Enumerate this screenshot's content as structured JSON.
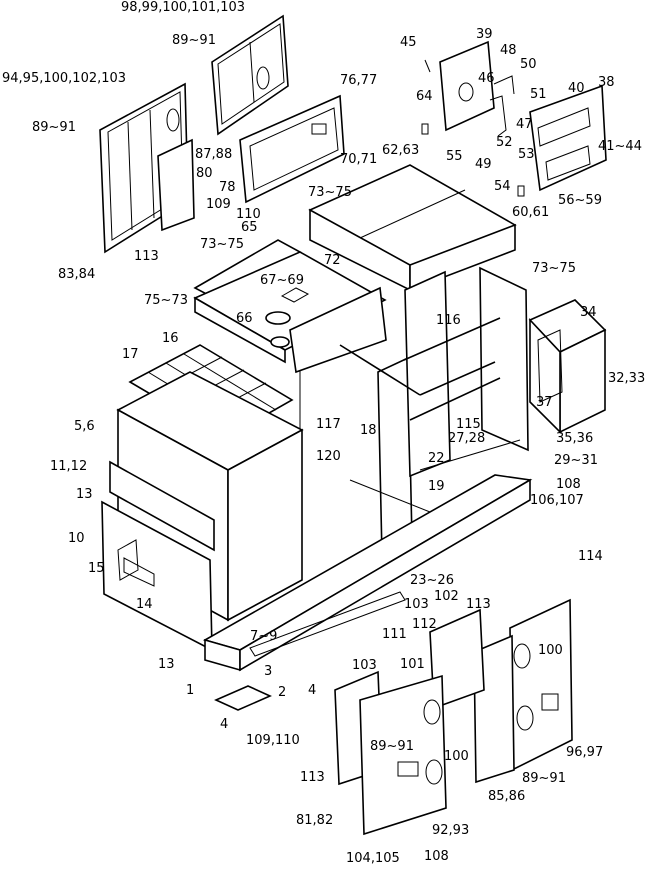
{
  "diagram": {
    "callouts": [
      {
        "id": "c1",
        "text": "98,99,100,101,103"
      },
      {
        "id": "c2",
        "text": "89~91"
      },
      {
        "id": "c3",
        "text": "45"
      },
      {
        "id": "c4",
        "text": "39"
      },
      {
        "id": "c5",
        "text": "48"
      },
      {
        "id": "c6",
        "text": "50"
      },
      {
        "id": "c7",
        "text": "46"
      },
      {
        "id": "c8",
        "text": "51"
      },
      {
        "id": "c9",
        "text": "40"
      },
      {
        "id": "c10",
        "text": "38"
      },
      {
        "id": "c11",
        "text": "94,95,100,102,103"
      },
      {
        "id": "c12",
        "text": "76,77"
      },
      {
        "id": "c13",
        "text": "64"
      },
      {
        "id": "c14",
        "text": "47"
      },
      {
        "id": "c15",
        "text": "52"
      },
      {
        "id": "c16",
        "text": "53"
      },
      {
        "id": "c17",
        "text": "41~44"
      },
      {
        "id": "c18",
        "text": "89~91"
      },
      {
        "id": "c19",
        "text": "87,88"
      },
      {
        "id": "c20",
        "text": "55"
      },
      {
        "id": "c21",
        "text": "62,63"
      },
      {
        "id": "c22",
        "text": "49"
      },
      {
        "id": "c23",
        "text": "70,71"
      },
      {
        "id": "c24",
        "text": "80"
      },
      {
        "id": "c25",
        "text": "78"
      },
      {
        "id": "c26",
        "text": "54"
      },
      {
        "id": "c27",
        "text": "73~75"
      },
      {
        "id": "c28",
        "text": "56~59"
      },
      {
        "id": "c29",
        "text": "109"
      },
      {
        "id": "c30",
        "text": "110"
      },
      {
        "id": "c31",
        "text": "60,61"
      },
      {
        "id": "c32",
        "text": "65"
      },
      {
        "id": "c33",
        "text": "73~75"
      },
      {
        "id": "c34",
        "text": "113"
      },
      {
        "id": "c35",
        "text": "83,84"
      },
      {
        "id": "c36",
        "text": "72"
      },
      {
        "id": "c37",
        "text": "73~75"
      },
      {
        "id": "c38",
        "text": "67~69"
      },
      {
        "id": "c39",
        "text": "75~73"
      },
      {
        "id": "c40",
        "text": "66"
      },
      {
        "id": "c41",
        "text": "116"
      },
      {
        "id": "c42",
        "text": "34"
      },
      {
        "id": "c43",
        "text": "16"
      },
      {
        "id": "c44",
        "text": "17"
      },
      {
        "id": "c45",
        "text": "32,33"
      },
      {
        "id": "c46",
        "text": "5,6"
      },
      {
        "id": "c47",
        "text": "37"
      },
      {
        "id": "c48",
        "text": "117"
      },
      {
        "id": "c49",
        "text": "18"
      },
      {
        "id": "c50",
        "text": "115"
      },
      {
        "id": "c51",
        "text": "27,28"
      },
      {
        "id": "c52",
        "text": "35,36"
      },
      {
        "id": "c53",
        "text": "120"
      },
      {
        "id": "c54",
        "text": "11,12"
      },
      {
        "id": "c55",
        "text": "22"
      },
      {
        "id": "c56",
        "text": "29~31"
      },
      {
        "id": "c57",
        "text": "13"
      },
      {
        "id": "c58",
        "text": "19"
      },
      {
        "id": "c59",
        "text": "108"
      },
      {
        "id": "c60",
        "text": "106,107"
      },
      {
        "id": "c61",
        "text": "10"
      },
      {
        "id": "c62",
        "text": "114"
      },
      {
        "id": "c63",
        "text": "15"
      },
      {
        "id": "c64",
        "text": "23~26"
      },
      {
        "id": "c65",
        "text": "103"
      },
      {
        "id": "c66",
        "text": "102"
      },
      {
        "id": "c67",
        "text": "113"
      },
      {
        "id": "c68",
        "text": "14"
      },
      {
        "id": "c69",
        "text": "111"
      },
      {
        "id": "c70",
        "text": "112"
      },
      {
        "id": "c71",
        "text": "7~9"
      },
      {
        "id": "c72",
        "text": "100"
      },
      {
        "id": "c73",
        "text": "13"
      },
      {
        "id": "c74",
        "text": "3"
      },
      {
        "id": "c75",
        "text": "103"
      },
      {
        "id": "c76",
        "text": "101"
      },
      {
        "id": "c77",
        "text": "1"
      },
      {
        "id": "c78",
        "text": "4"
      },
      {
        "id": "c79",
        "text": "2"
      },
      {
        "id": "c80",
        "text": "4"
      },
      {
        "id": "c81",
        "text": "109,110"
      },
      {
        "id": "c82",
        "text": "89~91"
      },
      {
        "id": "c83",
        "text": "100"
      },
      {
        "id": "c84",
        "text": "96,97"
      },
      {
        "id": "c85",
        "text": "113"
      },
      {
        "id": "c86",
        "text": "89~91"
      },
      {
        "id": "c87",
        "text": "85,86"
      },
      {
        "id": "c88",
        "text": "81,82"
      },
      {
        "id": "c89",
        "text": "92,93"
      },
      {
        "id": "c90",
        "text": "104,105"
      },
      {
        "id": "c91",
        "text": "108"
      }
    ]
  }
}
